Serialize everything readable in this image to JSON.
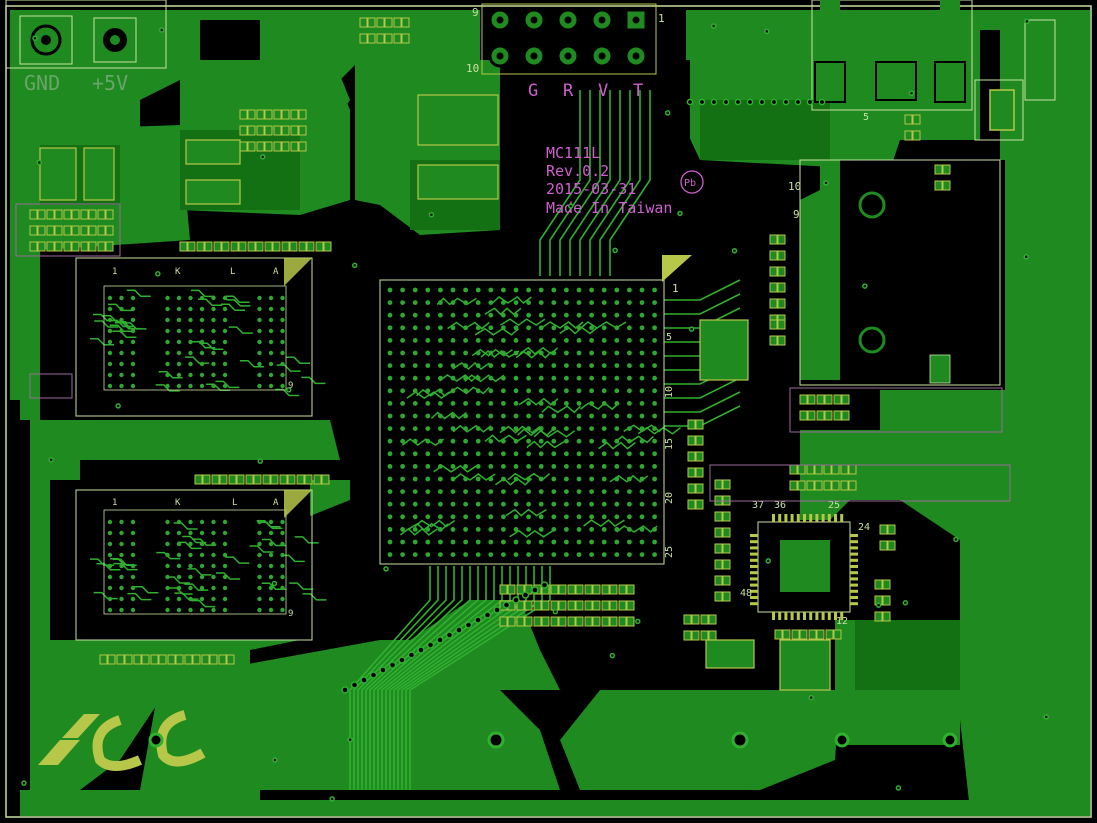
{
  "board": {
    "name": "MC111L",
    "revision": "Rev.0.2",
    "date": "2015-03-31",
    "origin": "Made In Taiwan",
    "pb_mark": "Pb",
    "logo": "KCC"
  },
  "power_header": {
    "gnd_label": "GND",
    "vcc_label": "+5V"
  },
  "top_header": {
    "pin_first": "1",
    "pin_last": "9",
    "pin_row2": "10",
    "labels": [
      "G",
      "R",
      "V",
      "T"
    ]
  },
  "pin_numbers": {
    "p5": "5",
    "p9": "9",
    "p10": "10",
    "p15": "15",
    "p20": "20",
    "p25": "25",
    "p24": "24",
    "p36": "36",
    "p37": "37",
    "p48": "48",
    "p12": "12",
    "p1": "1"
  },
  "memory_chip_marks": {
    "a": "A",
    "k": "K",
    "l": "L",
    "one": "1",
    "nine": "9"
  },
  "colors": {
    "background": "#000000",
    "copper_fill": "#1f8a1f",
    "copper_dark": "#137013",
    "trace": "#30b030",
    "pad": "#b6c74a",
    "silkscreen": "#cf5fcf",
    "outline": "#c8e0a0",
    "bright": "#8ee28e"
  }
}
